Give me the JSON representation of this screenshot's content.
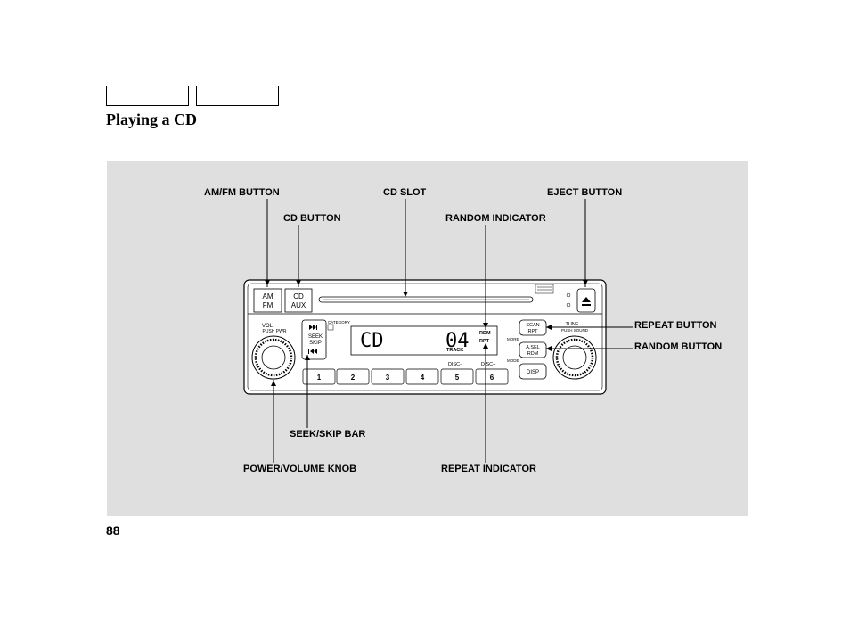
{
  "header": {
    "title": "Playing a CD"
  },
  "footer": {
    "page_number": "88"
  },
  "callouts": {
    "amfm_button": "AM/FM BUTTON",
    "cd_button": "CD BUTTON",
    "cd_slot": "CD SLOT",
    "random_indicator": "RANDOM INDICATOR",
    "eject_button": "EJECT BUTTON",
    "repeat_button": "REPEAT BUTTON",
    "random_button": "RANDOM BUTTON",
    "seek_skip_bar": "SEEK/SKIP BAR",
    "power_volume_knob": "POWER/VOLUME KNOB",
    "repeat_indicator": "REPEAT INDICATOR"
  },
  "radio": {
    "amfm_label_top": "AM",
    "amfm_label_bottom": "FM",
    "cd_label_top": "CD",
    "cd_label_bottom": "AUX",
    "vol_label": "VOL",
    "pwr_label": "PUSH PWR",
    "category_label": "CATEGORY",
    "seek_label": "SEEK",
    "skip_label": "SKIP",
    "display_mode": "CD",
    "display_track": "04",
    "rdm_indicator": "RDM",
    "rpt_indicator": "RPT",
    "track_label": "TRACK",
    "disc_minus": "DISC-",
    "disc_plus": "DISC+",
    "scan_label_top": "SCAN",
    "scan_label_bottom": "RPT",
    "asel_label_top": "A.SEL",
    "asel_label_bottom": "RDM",
    "disp_label": "DISP",
    "more_label": "MORE",
    "mode_label": "MODE",
    "tune_label": "TUNE",
    "sound_label": "PUSH SOUND",
    "presets": [
      "1",
      "2",
      "3",
      "4",
      "5",
      "6"
    ]
  }
}
